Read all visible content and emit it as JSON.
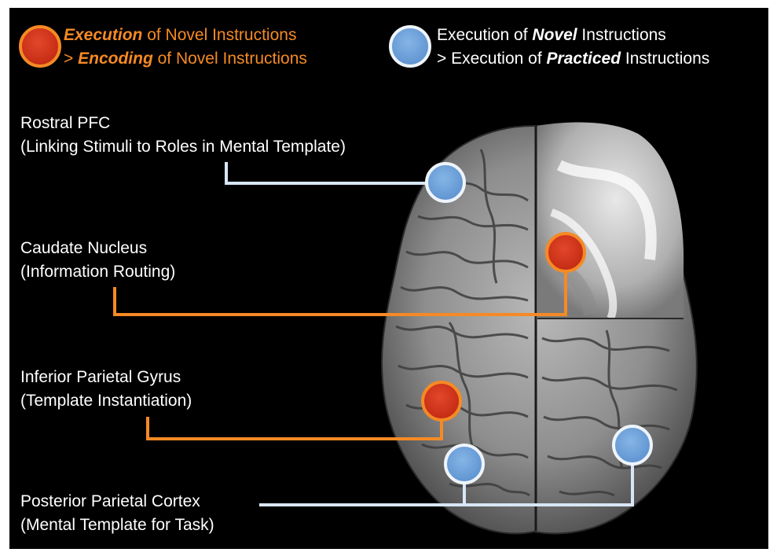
{
  "legend": {
    "orange": {
      "line1_emph": "Execution",
      "line1_rest": " of Novel Instructions",
      "line2_prefix": "> ",
      "line2_emph": "Encoding",
      "line2_rest": " of Novel Instructions",
      "color": "#d7341c"
    },
    "blue": {
      "line1_pre": "Execution of ",
      "line1_emph": "Novel",
      "line1_rest": " Instructions",
      "line2_pre": "> Execution of ",
      "line2_emph": "Practiced",
      "line2_rest": " Instructions",
      "color": "#6fa3dc"
    }
  },
  "regions": [
    {
      "title": "Rostral PFC",
      "subtitle": "(Linking Stimuli to Roles in Mental Template)",
      "marker": "blue"
    },
    {
      "title": "Caudate Nucleus",
      "subtitle": "(Information Routing)",
      "marker": "orange"
    },
    {
      "title": "Inferior Parietal Gyrus",
      "subtitle": "(Template Instantiation)",
      "marker": "orange"
    },
    {
      "title": "Posterior Parietal Cortex",
      "subtitle": "(Mental Template for Task)",
      "marker": "blue"
    }
  ],
  "colors": {
    "background": "#000000",
    "orange_line": "#f58a25",
    "blue_line": "#d8e6f5",
    "orange_marker": "#d7341c",
    "blue_marker": "#6fa3dc"
  }
}
